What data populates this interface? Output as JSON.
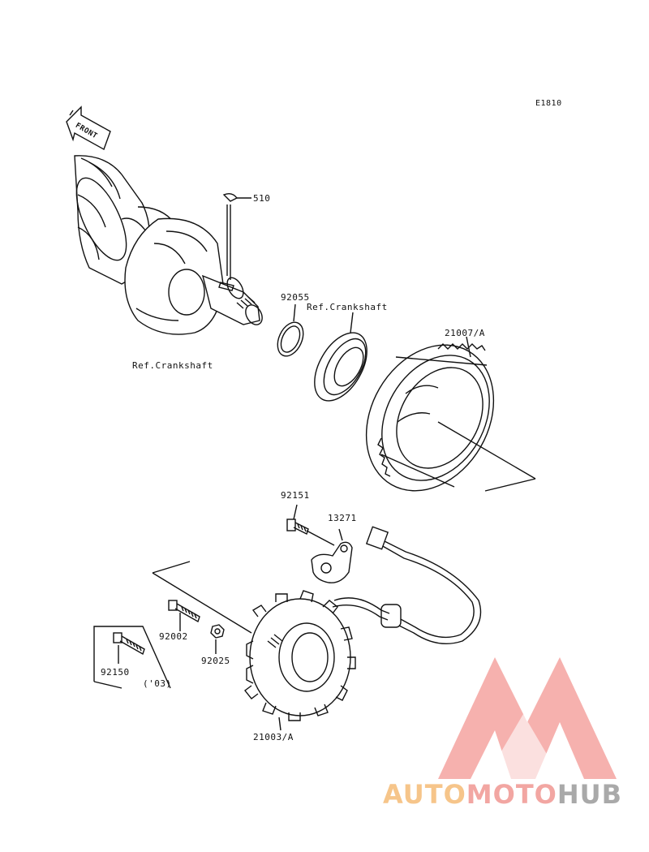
{
  "diagram_code": "E1810",
  "front_label": "FRONT",
  "labels": {
    "p510": "510",
    "p92055": "92055",
    "ref_crankshaft_top": "Ref.Crankshaft",
    "ref_crankshaft_left": "Ref.Crankshaft",
    "p21007": "21007/A",
    "p92151": "92151",
    "p13271": "13271",
    "p92002": "92002",
    "p92025": "92025",
    "p92150": "92150",
    "year_note": "('03)",
    "p21003": "21003/A"
  },
  "watermark": {
    "part1": "AUTO",
    "part2": "MOTO",
    "part3": "HUB",
    "colors": {
      "auto": "#f6c58a",
      "moto": "#f2a6a2",
      "hub": "#a9a9a9",
      "triangle": "#f4a3a0"
    }
  }
}
